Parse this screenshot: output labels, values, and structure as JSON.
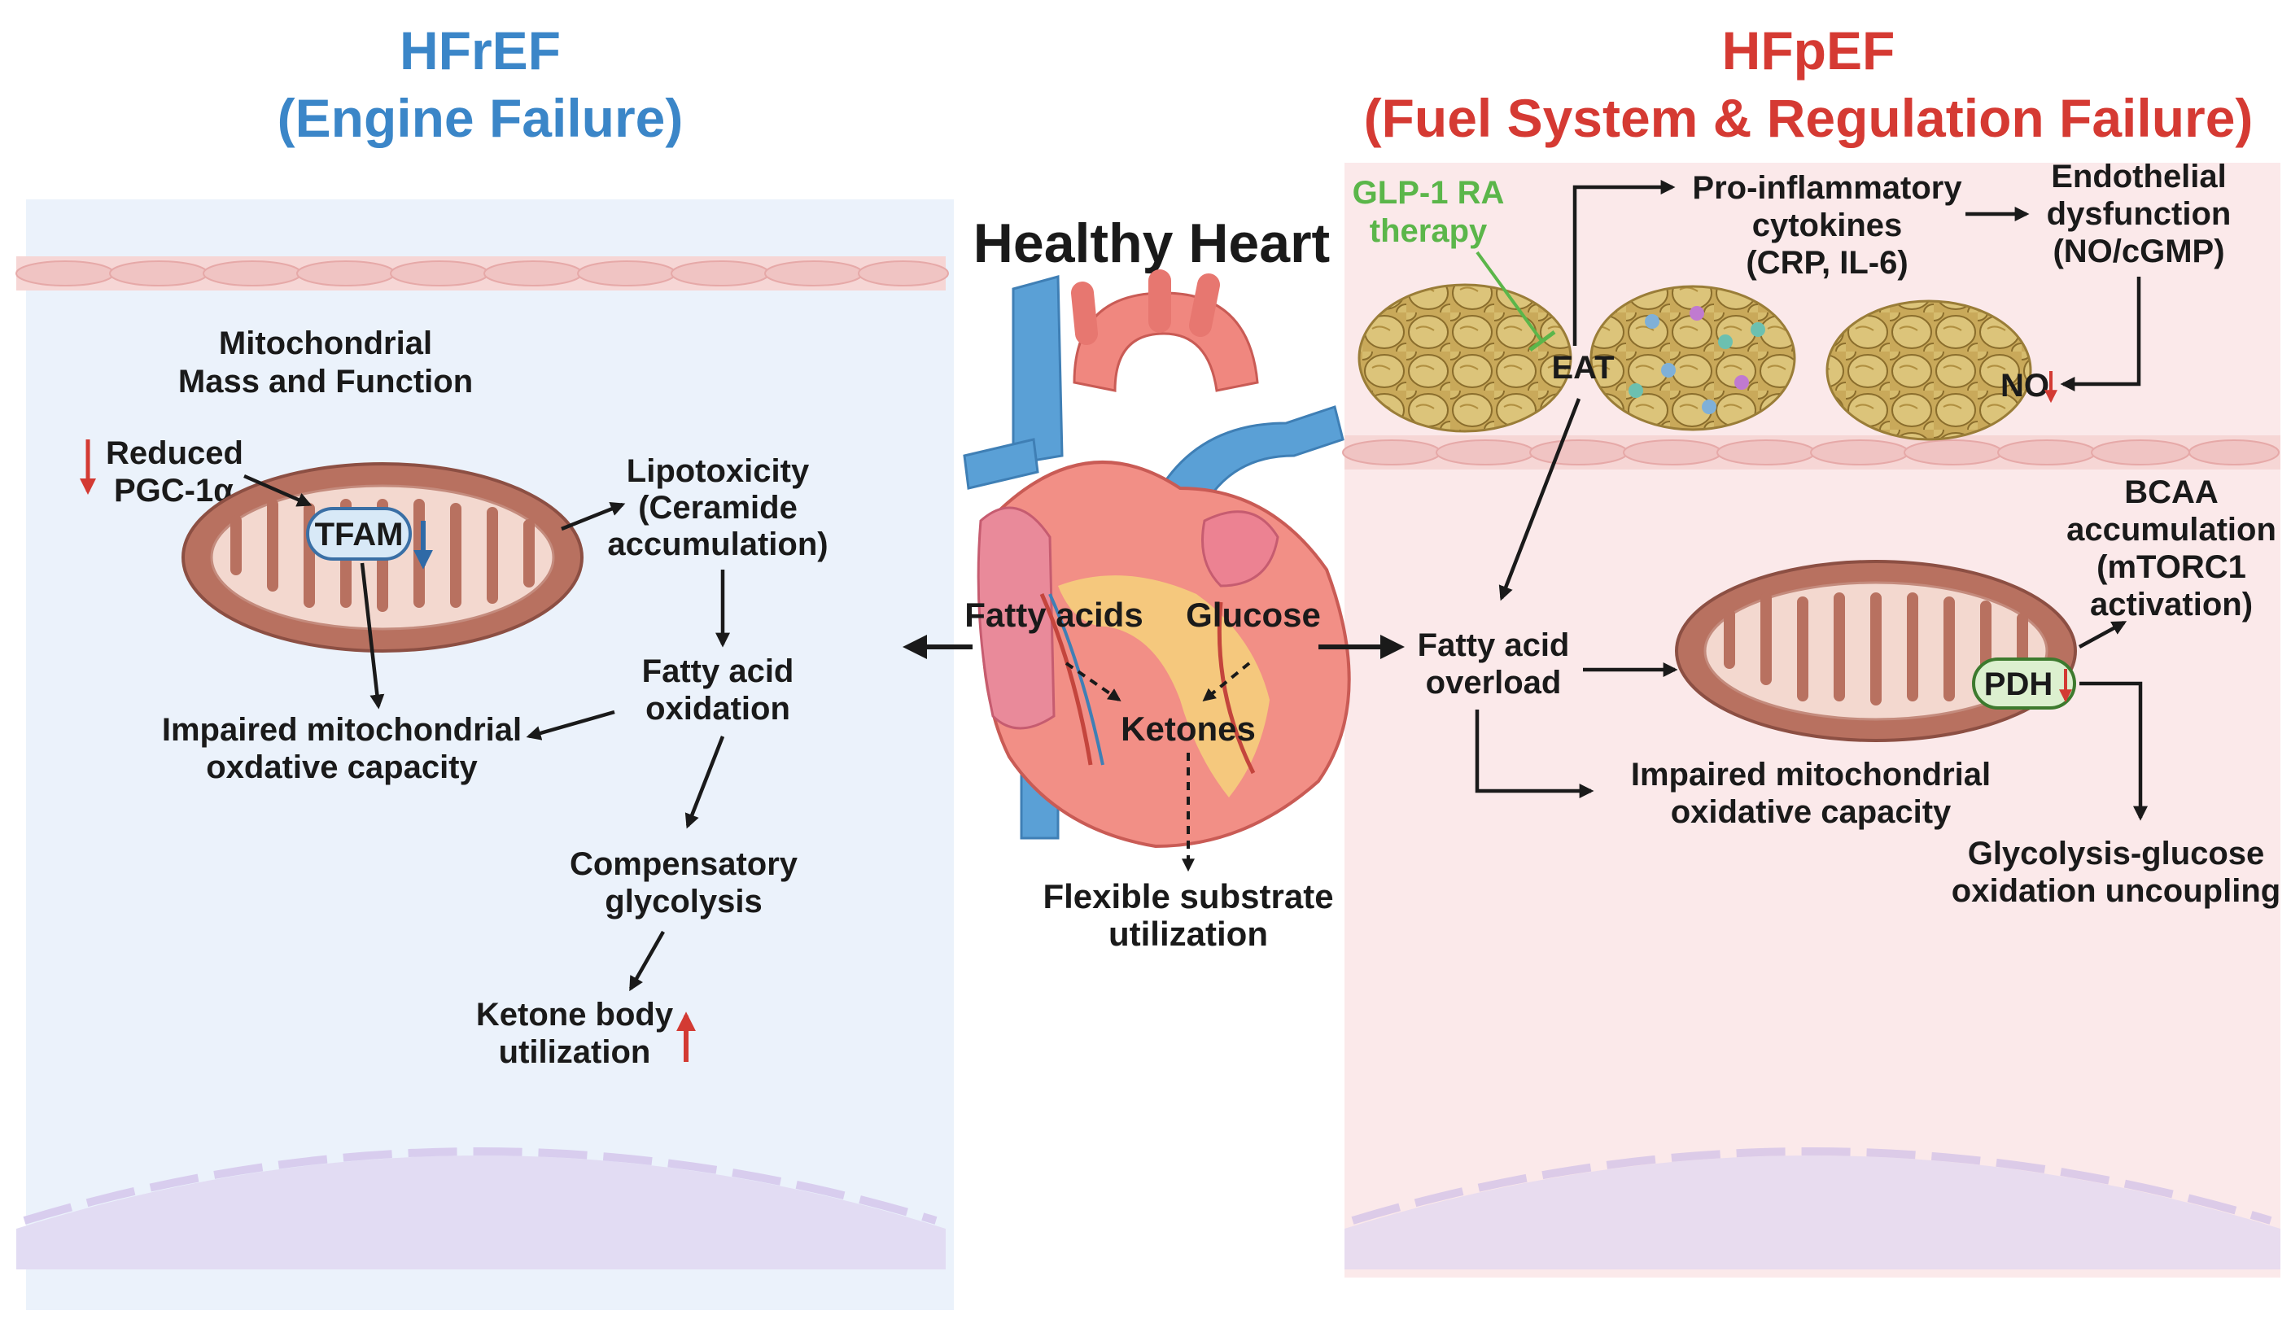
{
  "colors": {
    "hfref_title": "#3b86c8",
    "hfpef_title": "#d53a33",
    "left_panel_bg": "#ebf2fb",
    "right_panel_bg": "#fbe9ea",
    "membrane_cell": "#f3c9c9",
    "mito_outer": "#b87160",
    "mito_inner": "#f3d8cf",
    "fat_cell": "#d9bf71",
    "glp1_green": "#5bb64a",
    "down_arrow_red": "#d33a33",
    "down_arrow_blue": "#2f6aa7",
    "tfam_fill": "#d8e9f7",
    "pdh_fill": "#dcf0cf"
  },
  "left": {
    "title_line1": "HFrEF",
    "title_line2": "(Engine Failure)",
    "mito_mass_1": "Mitochondrial",
    "mito_mass_2": "Mass and Function",
    "reduced_1": "Reduced",
    "reduced_2": "PGC-1α",
    "tfam": "TFAM",
    "lipotox_1": "Lipotoxicity",
    "lipotox_2": "(Ceramide",
    "lipotox_3": "accumulation)",
    "fao_1": "Fatty acid",
    "fao_2": "oxidation",
    "impaired_1": "Impaired mitochondrial",
    "impaired_2": "oxdative capacity",
    "glyco_1": "Compensatory",
    "glyco_2": "glycolysis",
    "ketone_1": "Ketone body",
    "ketone_2": "utilization"
  },
  "center": {
    "title": "Healthy Heart",
    "fatty_acids": "Fatty acids",
    "glucose": "Glucose",
    "ketones": "Ketones",
    "flex_1": "Flexible substrate",
    "flex_2": "utilization"
  },
  "right": {
    "title_line1": "HFpEF",
    "title_line2": "(Fuel System & Regulation Failure)",
    "glp1_1": "GLP-1 RA",
    "glp1_2": "therapy",
    "eat": "EAT",
    "cyto_1": "Pro-inflammatory",
    "cyto_2": "cytokines",
    "cyto_3": "(CRP, IL-6)",
    "endo_1": "Endothelial",
    "endo_2": "dysfunction",
    "endo_3": "(NO/cGMP)",
    "no": "NO",
    "bcaa_1": "BCAA",
    "bcaa_2": "accumulation",
    "bcaa_3": "(mTORC1",
    "bcaa_4": "activation)",
    "fa_overload_1": "Fatty acid",
    "fa_overload_2": "overload",
    "pdh": "PDH",
    "impaired_1": "Impaired mitochondrial",
    "impaired_2": "oxidative capacity",
    "uncoup_1": "Glycolysis-glucose",
    "uncoup_2": "oxidation uncoupling"
  }
}
